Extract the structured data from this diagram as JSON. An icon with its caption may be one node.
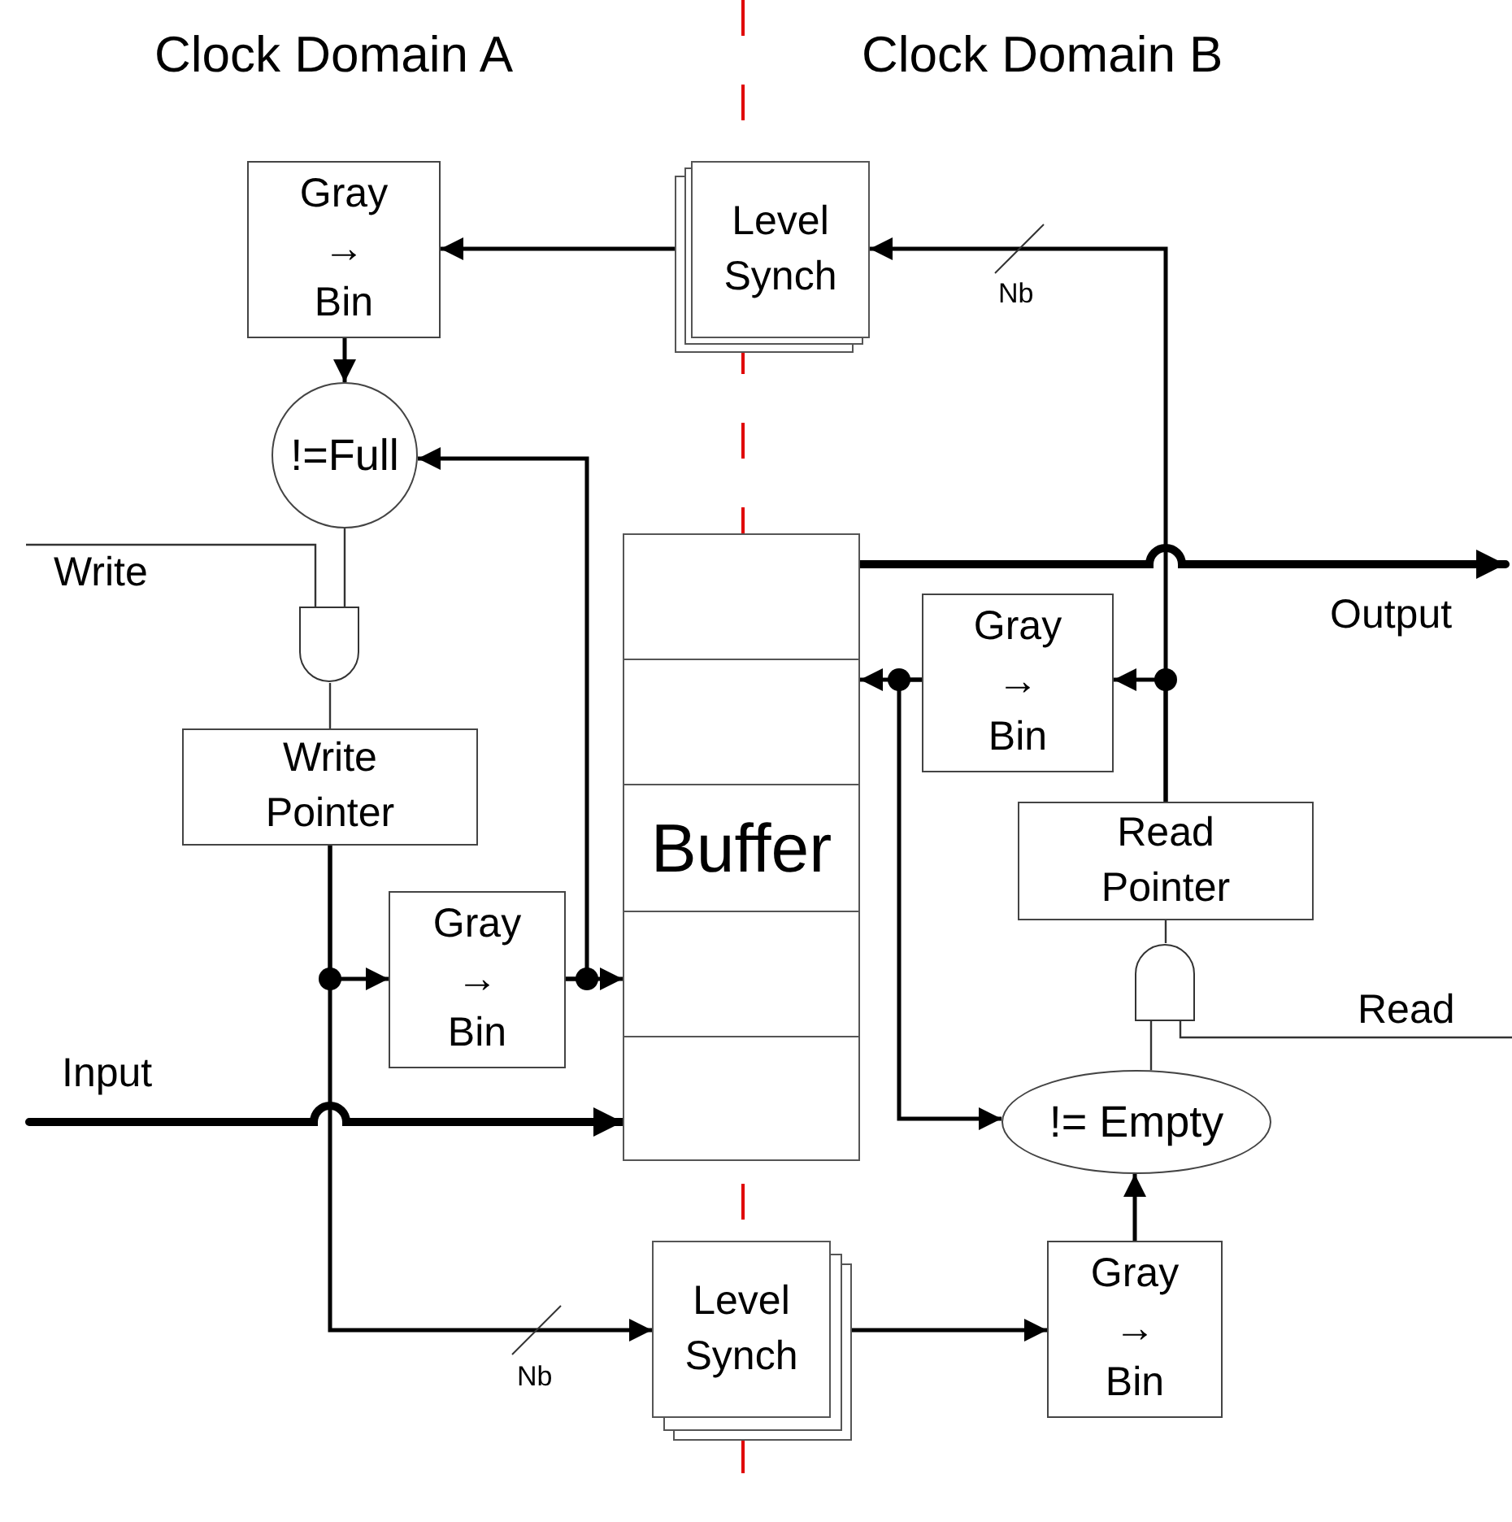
{
  "diagram": {
    "nodes": [
      {
        "text": [
          "Gray → Bin"
        ]
      },
      {
        "text": [
          "Level Synch"
        ]
      },
      {
        "text": [
          "!=Full"
        ]
      },
      {
        "text": [],
        "shape": "gate"
      },
      {
        "text": [
          "Write Pointer"
        ]
      },
      {
        "text": [
          "Buffer"
        ]
      },
      {
        "text": [
          "Gray → Bin"
        ]
      },
      {
        "text": [
          "Read Pointer"
        ]
      },
      {
        "text": [],
        "shape": "gate"
      },
      {
        "text": [
          "Gray → Bin"
        ]
      },
      {
        "text": [
          "!= Empty"
        ]
      },
      {
        "text": [
          "Level Synch"
        ]
      },
      {
        "text": [
          "Gray → Bin"
        ]
      }
    ],
    "edges": [
      {
        "from": 1,
        "to": 0,
        "arrow": "to"
      },
      {
        "from": 0,
        "to": 2,
        "arrow": "to"
      },
      {
        "from": 2,
        "to": 3,
        "arrow": "none"
      },
      {
        "from": null,
        "to": 3,
        "arrow": "none"
      },
      {
        "from": 3,
        "to": 4,
        "arrow": "none"
      },
      {
        "from": 4,
        "to": 9,
        "arrow": "to"
      },
      {
        "from": 4,
        "to": 11,
        "arrow": "to",
        "label": "Nb"
      },
      {
        "from": 9,
        "to": 5,
        "arrow": "to"
      },
      {
        "from": 9,
        "to": 2,
        "arrow": "to"
      },
      {
        "from": null,
        "to": 5,
        "arrow": "to",
        "style": "thick"
      },
      {
        "from": 5,
        "to": null,
        "arrow": "to",
        "style": "thick"
      },
      {
        "from": 7,
        "to": 6,
        "arrow": "to"
      },
      {
        "from": 7,
        "to": 1,
        "arrow": "to",
        "label": "Nb"
      },
      {
        "from": 6,
        "to": 5,
        "arrow": "to"
      },
      {
        "from": 6,
        "to": 10,
        "arrow": "to"
      },
      {
        "from": 7,
        "to": 8,
        "arrow": "none"
      },
      {
        "from": 8,
        "to": 10,
        "arrow": "none"
      },
      {
        "from": null,
        "to": 8,
        "arrow": "none"
      },
      {
        "from": 11,
        "to": 12,
        "arrow": "to"
      },
      {
        "from": 12,
        "to": 10,
        "arrow": "to"
      }
    ],
    "labels": [
      "Clock Domain A",
      "Clock Domain B",
      "Write",
      "Output",
      "Read",
      "Input"
    ]
  }
}
